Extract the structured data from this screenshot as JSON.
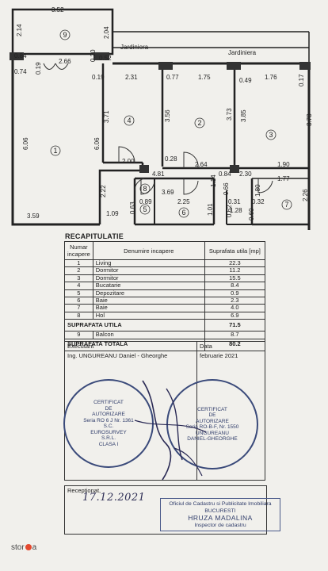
{
  "plan": {
    "rooms": {
      "r1": "1",
      "r2": "2",
      "r3": "3",
      "r4": "4",
      "r5": "5",
      "r6": "6",
      "r7": "7",
      "r8": "8",
      "r9": "9"
    },
    "labels": {
      "jardiniera_left": "Jardiniera",
      "jardiniera_right": "Jardiniera"
    },
    "dims": {
      "d352": "3.52",
      "d214": "2.14",
      "d204": "2.04",
      "d084": "0.84",
      "d074": "0.74",
      "d019a": "0.19",
      "d266": "2.66",
      "d020": "0.20",
      "d052": "0.52",
      "d019b": "0.19",
      "d231": "2.31",
      "d077": "0.77",
      "d175a": "1.75",
      "d049": "0.49",
      "d176": "1.76",
      "d017": "0.17",
      "d371": "3.71",
      "d356": "3.56",
      "d373a": "3.73",
      "d385": "3.85",
      "d373b": "3.73",
      "d606a": "6.06",
      "d606b": "6.06",
      "d200": "2.00",
      "d028": "0.28",
      "d264": "2.64",
      "d190": "1.90",
      "d481": "4.81",
      "d084b": "0.84",
      "d230": "2.30",
      "d114": "1.14",
      "d066": "0.66",
      "d369": "3.69",
      "d177": "1.77",
      "d222": "2.22",
      "d180": "1.80",
      "d226": "2.26",
      "d089": "0.89",
      "d225": "2.25",
      "d031": "0.31",
      "d032": "0.32",
      "d063": "0.63",
      "d101": "1.01",
      "d062": "0.62",
      "d060": "0.60",
      "d128": "1.28",
      "d109": "1.09",
      "d359": "3.59"
    }
  },
  "recap": {
    "title": "RECAPITULATIE",
    "headers": [
      "Numar incapere",
      "Denumire incapere",
      "Suprafata utila [mp]"
    ],
    "rows": [
      [
        "1",
        "Living",
        "22.3"
      ],
      [
        "2",
        "Dormitor",
        "11.2"
      ],
      [
        "3",
        "Dormitor",
        "15.5"
      ],
      [
        "4",
        "Bucatarie",
        "8.4"
      ],
      [
        "5",
        "Depozitare",
        "0.9"
      ],
      [
        "6",
        "Baie",
        "2.3"
      ],
      [
        "7",
        "Baie",
        "4.0"
      ],
      [
        "8",
        "Hol",
        "6.9"
      ]
    ],
    "suprafata_utila_label": "SUPRAFATA UTILA",
    "suprafata_utila_value": "71.5",
    "balcon_no": "9",
    "balcon_label": "Balcon",
    "balcon_value": "8.7",
    "suprafata_totala_label": "SUPRAFATA TOTALA",
    "suprafata_totala_value": "80.2"
  },
  "exec": {
    "executant_label": "Executant",
    "data_label": "Data",
    "executant_value": "Ing. UNGUREANU Daniel - Gheorghe",
    "data_value": "februarie 2021"
  },
  "stamp_left": {
    "line1": "CERTIFICAT",
    "line2": "DE",
    "line3": "AUTORIZARE",
    "line4": "Seria RO 6 J Nr. 1361",
    "line5": "S.C.",
    "line6": "EUROSURVEY",
    "line7": "S.R.L.",
    "line8": "CLASA I"
  },
  "stamp_right": {
    "line1": "CERTIFICAT",
    "line2": "DE",
    "line3": "AUTORIZARE",
    "line4": "Seria RO-B-F, Nr. 1550",
    "line5": "UNGUREANU",
    "line6": "DANIEL-GHEORGHE"
  },
  "receptionat": {
    "label": "Receptionat,",
    "hand_date": "17.12.2021"
  },
  "ocpi": {
    "line1": "Oficiul de Cadastru si Publicitate Imobiliara",
    "line2": "BUCURESTI",
    "line3": "HRUZA MADALINA",
    "line4": "Inspector de cadastru"
  },
  "logo": {
    "text_a": "stor",
    "text_b": "a"
  },
  "colors": {
    "ink": "#222222",
    "stamp": "#3a4a7a",
    "logo_accent": "#e4492f"
  }
}
